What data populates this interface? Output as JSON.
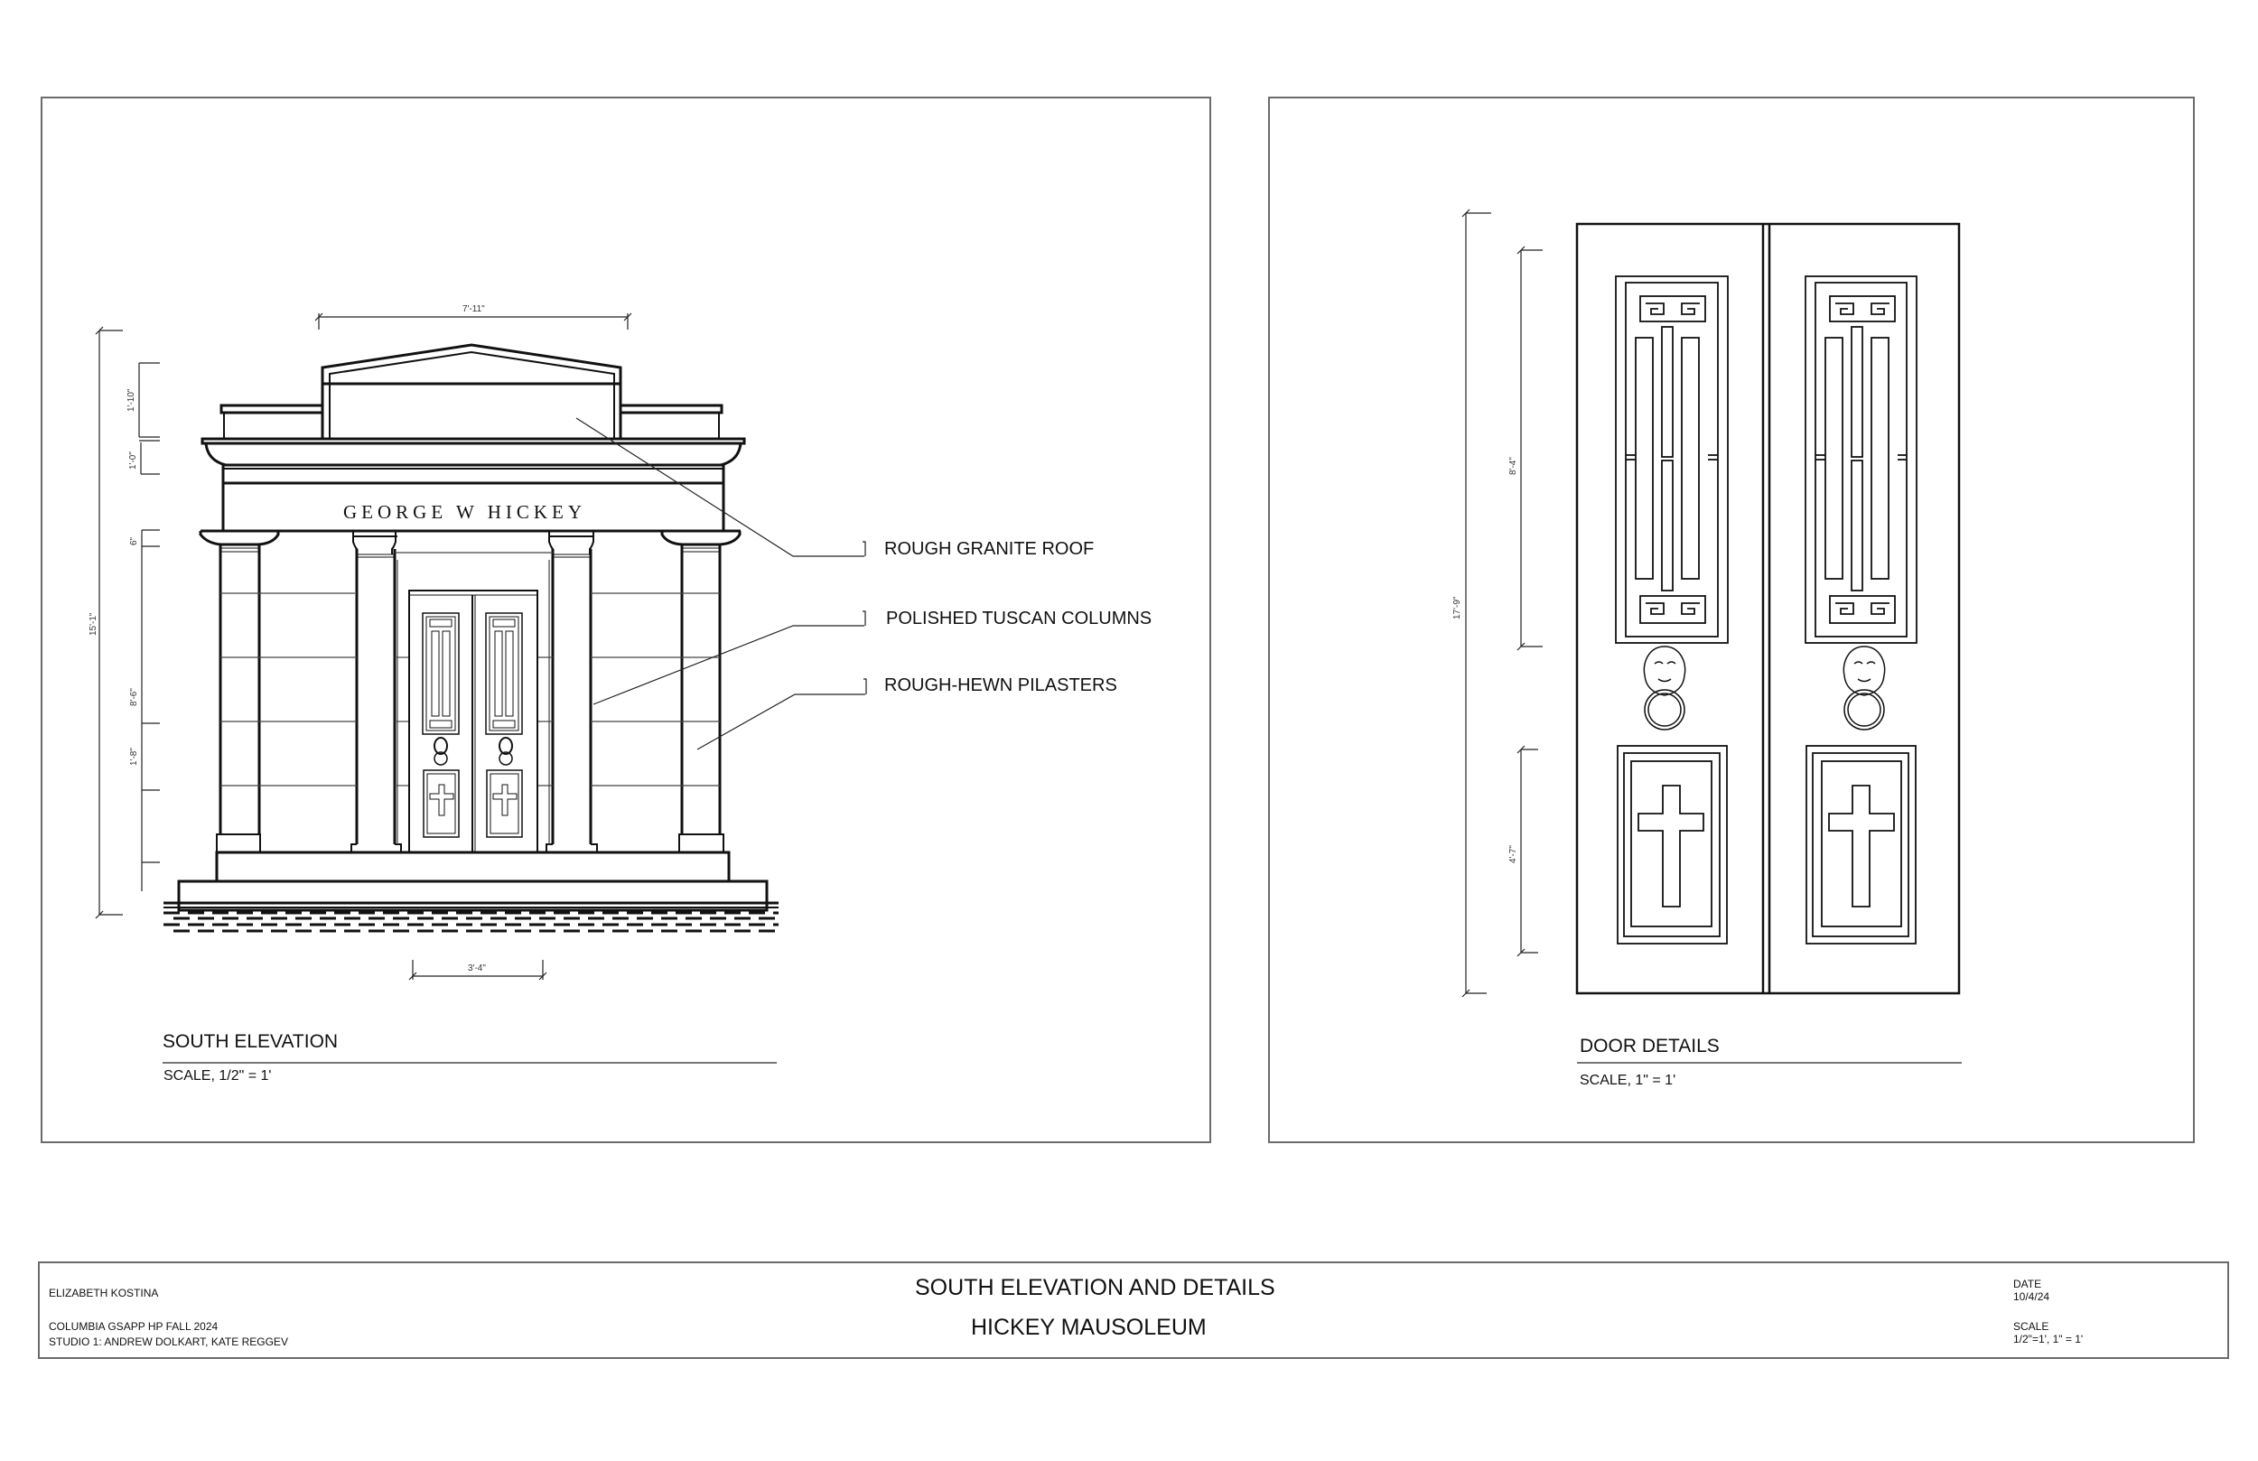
{
  "left_panel": {
    "caption": {
      "title": "SOUTH ELEVATION",
      "scale": "SCALE, 1/2\" = 1'"
    },
    "inscription": "GEORGE W HICKEY",
    "notes": [
      {
        "label": "ROUGH GRANITE ROOF"
      },
      {
        "label": "POLISHED TUSCAN COLUMNS"
      },
      {
        "label": "ROUGH-HEWN PILASTERS"
      }
    ],
    "dimensions": {
      "top_width": "7'-11\"",
      "door_width": "3'-4\"",
      "overall_height": "15'-1\"",
      "pediment": "1'-10\"",
      "cornice": "1'-0\"",
      "capital": "6\"",
      "shaft": "8'-6\"",
      "base": "1'-8\""
    }
  },
  "right_panel": {
    "caption": {
      "title": "DOOR DETAILS",
      "scale": "SCALE, 1\" = 1'"
    },
    "dimensions": {
      "overall_height": "17'-9\"",
      "grille_height": "8'-4\"",
      "lower_panel_height": "4'-7\""
    }
  },
  "title_block": {
    "author": "ELIZABETH KOSTINA",
    "institution": "COLUMBIA GSAPP HP FALL 2024",
    "studio": "STUDIO 1: ANDREW DOLKART, KATE REGGEV",
    "sheet_title": "SOUTH ELEVATION AND DETAILS",
    "project": "HICKEY MAUSOLEUM",
    "date_label": "DATE",
    "date_value": "10/4/24",
    "scale_label": "SCALE",
    "scale_value": "1/2\"=1', 1\" = 1'"
  },
  "colors": {
    "line": "#111111",
    "frame": "#6b6b6b",
    "background": "#ffffff"
  }
}
